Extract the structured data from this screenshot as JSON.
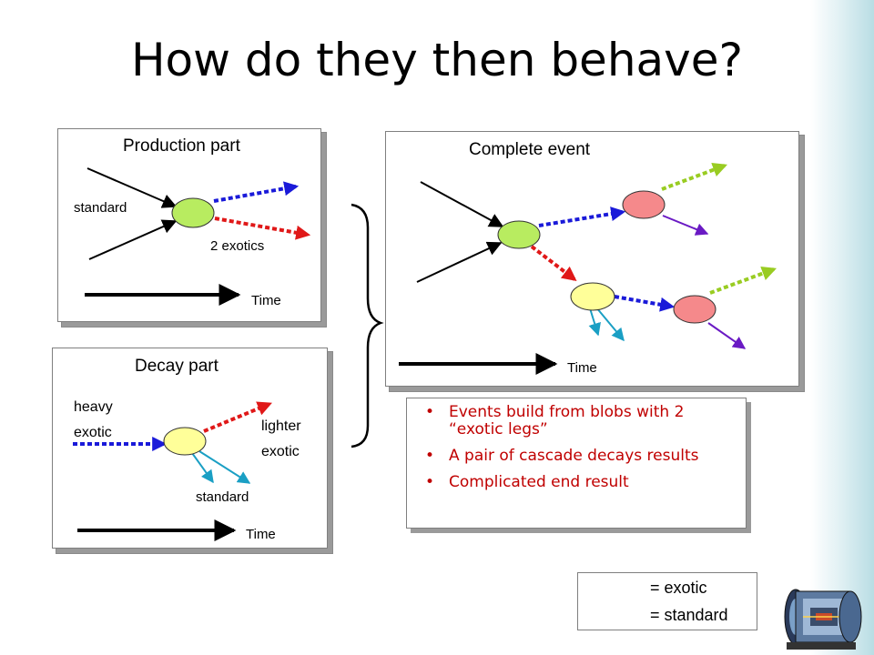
{
  "slide": {
    "title": "How do they then behave?"
  },
  "production": {
    "title": "Production part",
    "standard_label": "standard",
    "exotics_label": "2 exotics",
    "time_label": "Time"
  },
  "decay": {
    "title": "Decay part",
    "heavy_line1": "heavy",
    "heavy_line2": "exotic",
    "lighter_line1": "lighter",
    "lighter_line2": "exotic",
    "standard_label": "standard",
    "time_label": "Time"
  },
  "complete": {
    "title": "Complete event",
    "time_label": "Time"
  },
  "bullets": [
    "Events build from blobs with 2 “exotic legs”",
    "A pair of cascade decays results",
    "Complicated end result"
  ],
  "legend": {
    "exotic": "= exotic",
    "standard": "= standard"
  },
  "colors": {
    "blue_exotic": "#1a1ad9",
    "red_exotic": "#e01818",
    "green_exotic": "#99cc22",
    "purple_standard": "#6a1ac4",
    "cyan_standard": "#1a9fc4",
    "blob_green": "#b8ec60",
    "blob_yellow": "#ffff99",
    "blob_red": "#f5898b",
    "bullet_text": "#c00000"
  },
  "icons": {
    "detector": "detector-icon"
  }
}
